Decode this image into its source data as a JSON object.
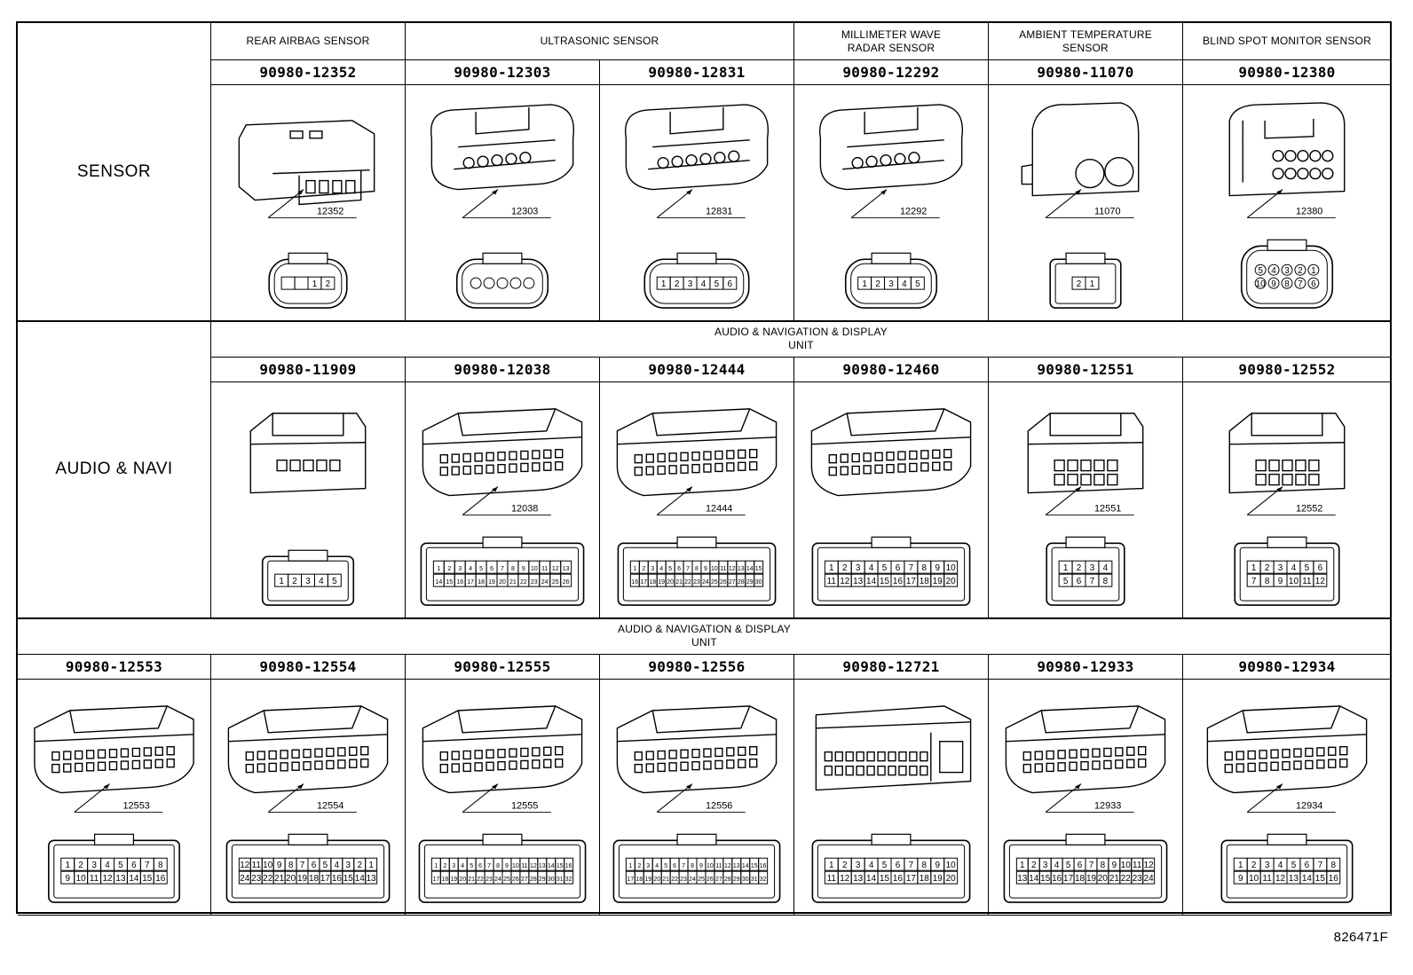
{
  "figure_id": "826471F",
  "sections": [
    {
      "category": "SENSOR",
      "header_type": "individual",
      "headers": [
        {
          "label": "REAR AIRBAG SENSOR",
          "span": 1
        },
        {
          "label": "ULTRASONIC SENSOR",
          "span": 2
        },
        {
          "label": "MILLIMETER WAVE\nRADAR SENSOR",
          "span": 1
        },
        {
          "label": "AMBIENT TEMPERATURE\nSENSOR",
          "span": 1
        },
        {
          "label": "BLIND SPOT MONITOR SENSOR",
          "span": 1
        }
      ],
      "connectors": [
        {
          "part_number": "90980-12352",
          "callout": "12352",
          "pins": [
            "",
            "",
            "1",
            "2"
          ],
          "pin_rows": 1,
          "style": "airbag"
        },
        {
          "part_number": "90980-12303",
          "callout": "12303",
          "pins": [
            "",
            "",
            "",
            "",
            ""
          ],
          "pin_rows": 1,
          "style": "round5"
        },
        {
          "part_number": "90980-12831",
          "callout": "12831",
          "pins": [
            "1",
            "2",
            "3",
            "4",
            "5",
            "6"
          ],
          "pin_rows": 1,
          "style": "oval6"
        },
        {
          "part_number": "90980-12292",
          "callout": "12292",
          "pins": [
            "1",
            "2",
            "3",
            "4",
            "5"
          ],
          "pin_rows": 1,
          "style": "oval5"
        },
        {
          "part_number": "90980-11070",
          "callout": "11070",
          "pins": [
            "2",
            "1"
          ],
          "pin_rows": 1,
          "style": "ambient"
        },
        {
          "part_number": "90980-12380",
          "callout": "12380",
          "pins": [
            "5",
            "4",
            "3",
            "2",
            "1",
            "10",
            "9",
            "8",
            "7",
            "6"
          ],
          "pin_rows": 2,
          "style": "bsm"
        }
      ]
    },
    {
      "category": "AUDIO & NAVI",
      "header_type": "spanning",
      "span_header": "AUDIO & NAVIGATION & DISPLAY\nUNIT",
      "connectors": [
        {
          "part_number": "90980-11909",
          "callout": "",
          "pins": [
            "1",
            "2",
            "3",
            "4",
            "5"
          ],
          "pin_rows": 1,
          "style": "box5"
        },
        {
          "part_number": "90980-12038",
          "callout": "12038",
          "pins": [
            "1",
            "2",
            "3",
            "4",
            "5",
            "6",
            "7",
            "8",
            "9",
            "10",
            "11",
            "12",
            "13",
            "14",
            "15",
            "16",
            "17",
            "18",
            "19",
            "20",
            "21",
            "22",
            "23",
            "24",
            "25",
            "26"
          ],
          "pin_rows": 2,
          "style": "wide"
        },
        {
          "part_number": "90980-12444",
          "callout": "12444",
          "pins": [
            "1",
            "2",
            "3",
            "4",
            "5",
            "6",
            "7",
            "8",
            "9",
            "10",
            "11",
            "12",
            "13",
            "14",
            "15",
            "16",
            "17",
            "18",
            "19",
            "20",
            "21",
            "22",
            "23",
            "24",
            "25",
            "26",
            "27",
            "28",
            "29",
            "30"
          ],
          "pin_rows": 2,
          "style": "hybrid"
        },
        {
          "part_number": "90980-12460",
          "callout": "",
          "pins": [
            "1",
            "2",
            "3",
            "4",
            "5",
            "6",
            "7",
            "8",
            "9",
            "10",
            "11",
            "12",
            "13",
            "14",
            "15",
            "16",
            "17",
            "18",
            "19",
            "20"
          ],
          "pin_rows": 2,
          "style": "wide"
        },
        {
          "part_number": "90980-12551",
          "callout": "12551",
          "pins": [
            "1",
            "2",
            "3",
            "4",
            "5",
            "6",
            "7",
            "8"
          ],
          "pin_rows": 2,
          "style": "tall"
        },
        {
          "part_number": "90980-12552",
          "callout": "12552",
          "pins": [
            "1",
            "2",
            "3",
            "4",
            "5",
            "6",
            "7",
            "8",
            "9",
            "10",
            "11",
            "12"
          ],
          "pin_rows": 2,
          "style": "tall"
        }
      ]
    },
    {
      "category": "",
      "header_type": "spanning_full",
      "span_header": "AUDIO & NAVIGATION & DISPLAY\nUNIT",
      "connectors": [
        {
          "part_number": "90980-12553",
          "callout": "12553",
          "pins": [
            "1",
            "2",
            "3",
            "4",
            "5",
            "6",
            "7",
            "8",
            "9",
            "10",
            "11",
            "12",
            "13",
            "14",
            "15",
            "16"
          ],
          "pin_rows": 2,
          "style": "wide"
        },
        {
          "part_number": "90980-12554",
          "callout": "12554",
          "pins": [
            "12",
            "11",
            "10",
            "9",
            "8",
            "7",
            "6",
            "5",
            "4",
            "3",
            "2",
            "1",
            "24",
            "23",
            "22",
            "21",
            "20",
            "19",
            "18",
            "17",
            "16",
            "15",
            "14",
            "13"
          ],
          "pin_rows": 2,
          "style": "wide"
        },
        {
          "part_number": "90980-12555",
          "callout": "12555",
          "pins": [
            "1",
            "2",
            "3",
            "4",
            "5",
            "6",
            "7",
            "8",
            "9",
            "10",
            "11",
            "12",
            "13",
            "14",
            "15",
            "16",
            "17",
            "18",
            "19",
            "20",
            "21",
            "22",
            "23",
            "24",
            "25",
            "26",
            "27",
            "28",
            "29",
            "30",
            "31",
            "32"
          ],
          "pin_rows": 2,
          "style": "wide"
        },
        {
          "part_number": "90980-12556",
          "callout": "12556",
          "pins": [
            "1",
            "2",
            "3",
            "4",
            "5",
            "6",
            "7",
            "8",
            "9",
            "10",
            "11",
            "12",
            "13",
            "14",
            "15",
            "16",
            "17",
            "18",
            "19",
            "20",
            "21",
            "22",
            "23",
            "24",
            "25",
            "26",
            "27",
            "28",
            "29",
            "30",
            "31",
            "32"
          ],
          "pin_rows": 2,
          "style": "wide"
        },
        {
          "part_number": "90980-12721",
          "callout": "",
          "pins": [
            "1",
            "2",
            "3",
            "4",
            "5",
            "6",
            "7",
            "8",
            "9",
            "10",
            "11",
            "12",
            "13",
            "14",
            "15",
            "16",
            "17",
            "18",
            "19",
            "20"
          ],
          "pin_rows": 2,
          "style": "coax"
        },
        {
          "part_number": "90980-12933",
          "callout": "12933",
          "pins": [
            "1",
            "2",
            "3",
            "4",
            "5",
            "6",
            "7",
            "8",
            "9",
            "10",
            "11",
            "12",
            "13",
            "14",
            "15",
            "16",
            "17",
            "18",
            "19",
            "20",
            "21",
            "22",
            "23",
            "24"
          ],
          "pin_rows": 2,
          "style": "wide"
        },
        {
          "part_number": "90980-12934",
          "callout": "12934",
          "pins": [
            "1",
            "2",
            "3",
            "4",
            "5",
            "6",
            "7",
            "8",
            "9",
            "10",
            "11",
            "12",
            "13",
            "14",
            "15",
            "16"
          ],
          "pin_rows": 2,
          "style": "wide"
        }
      ]
    }
  ]
}
